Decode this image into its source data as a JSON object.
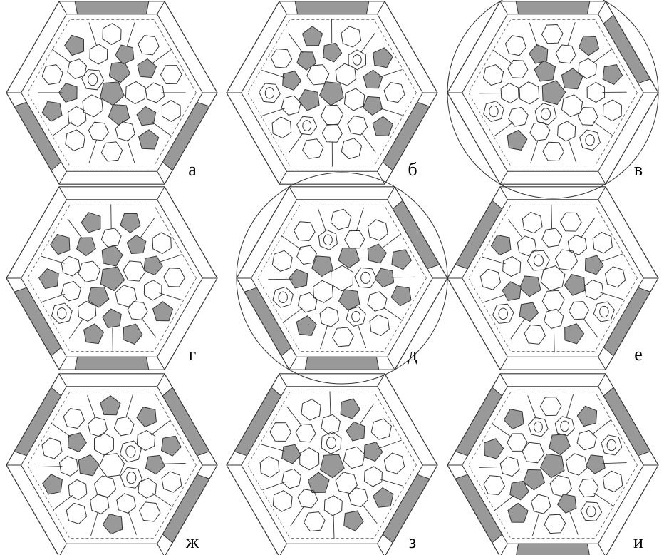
{
  "figure": {
    "colors": {
      "fill": "#999999",
      "stroke": "#333333",
      "dash": "#555555",
      "background": "#ffffff"
    },
    "panels": [
      {
        "label": "а",
        "outline": "hexagon",
        "variant": 0
      },
      {
        "label": "б",
        "outline": "hexagon",
        "variant": 1
      },
      {
        "label": "в",
        "outline": "circle-hexagon",
        "variant": 2
      },
      {
        "label": "г",
        "outline": "hexagon",
        "variant": 3
      },
      {
        "label": "д",
        "outline": "circle-hexagon",
        "variant": 4
      },
      {
        "label": "е",
        "outline": "hexagon",
        "variant": 5
      },
      {
        "label": "ж",
        "outline": "hexagon",
        "variant": 6
      },
      {
        "label": "з",
        "outline": "hexagon",
        "variant": 7
      },
      {
        "label": "и",
        "outline": "hexagon",
        "variant": 8
      }
    ]
  }
}
